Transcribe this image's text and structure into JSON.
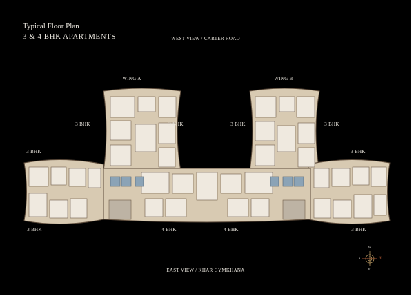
{
  "header": {
    "title": "Typical Floor Plan",
    "subtitle": "3 & 4 BHK APARTMENTS"
  },
  "views": {
    "top": "WEST VIEW / CARTER ROAD",
    "bottom": "EAST VIEW / KHAR GYMKHANA"
  },
  "wings": [
    "WING A",
    "WING B"
  ],
  "unit_labels": [
    "3 BHK",
    "3 BHK",
    "3 BHK",
    "3 BHK",
    "3 BHK",
    "3 BHK",
    "3 BHK",
    "3 BHK",
    "4 BHK",
    "4 BHK"
  ],
  "compass": {
    "top": "W",
    "right": "N",
    "bottom": "E",
    "left": "S"
  },
  "colors": {
    "background": "#000000",
    "floor": "#d8cab2",
    "room": "#efe9df",
    "wall": "#5b4a3a",
    "text": "#e8e4dc"
  }
}
